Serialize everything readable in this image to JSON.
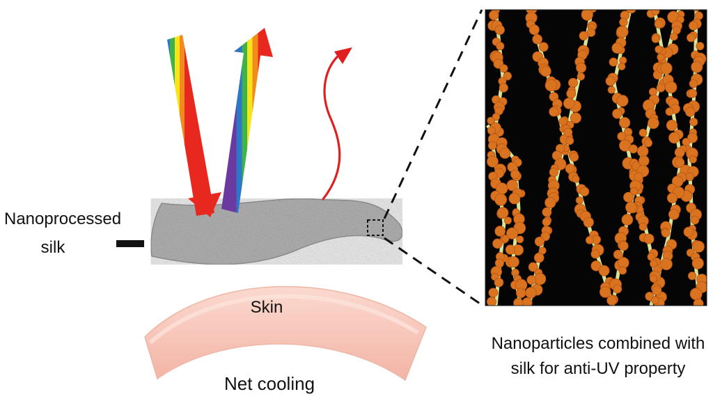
{
  "labels": {
    "material_line1": "Nanoprocessed",
    "material_line2": "silk",
    "skin": "Skin",
    "net_cooling": "Net cooling",
    "caption_line1": "Nanoparticles combined with",
    "caption_line2": "silk for anti-UV property"
  },
  "colors": {
    "skin_light": "#fbd9cf",
    "skin_mid": "#f3b4a6",
    "silk_gray": "#bdbdbd",
    "emission_red": "#e02020",
    "particle_orange": "#d9731f",
    "fiber_yellow": "#d8e39a",
    "zoom_background": "#050505"
  },
  "rainbow": [
    "#e8281e",
    "#f28a1c",
    "#f7e41a",
    "#3fb24a",
    "#2c78c8",
    "#6a3aa0"
  ],
  "icons": {
    "incident_light": "rainbow-arrow-down",
    "reflected_light": "rainbow-arrow-up",
    "thermal_emission": "wavy-red-arrow",
    "zoom_marker": "dashed-square"
  }
}
